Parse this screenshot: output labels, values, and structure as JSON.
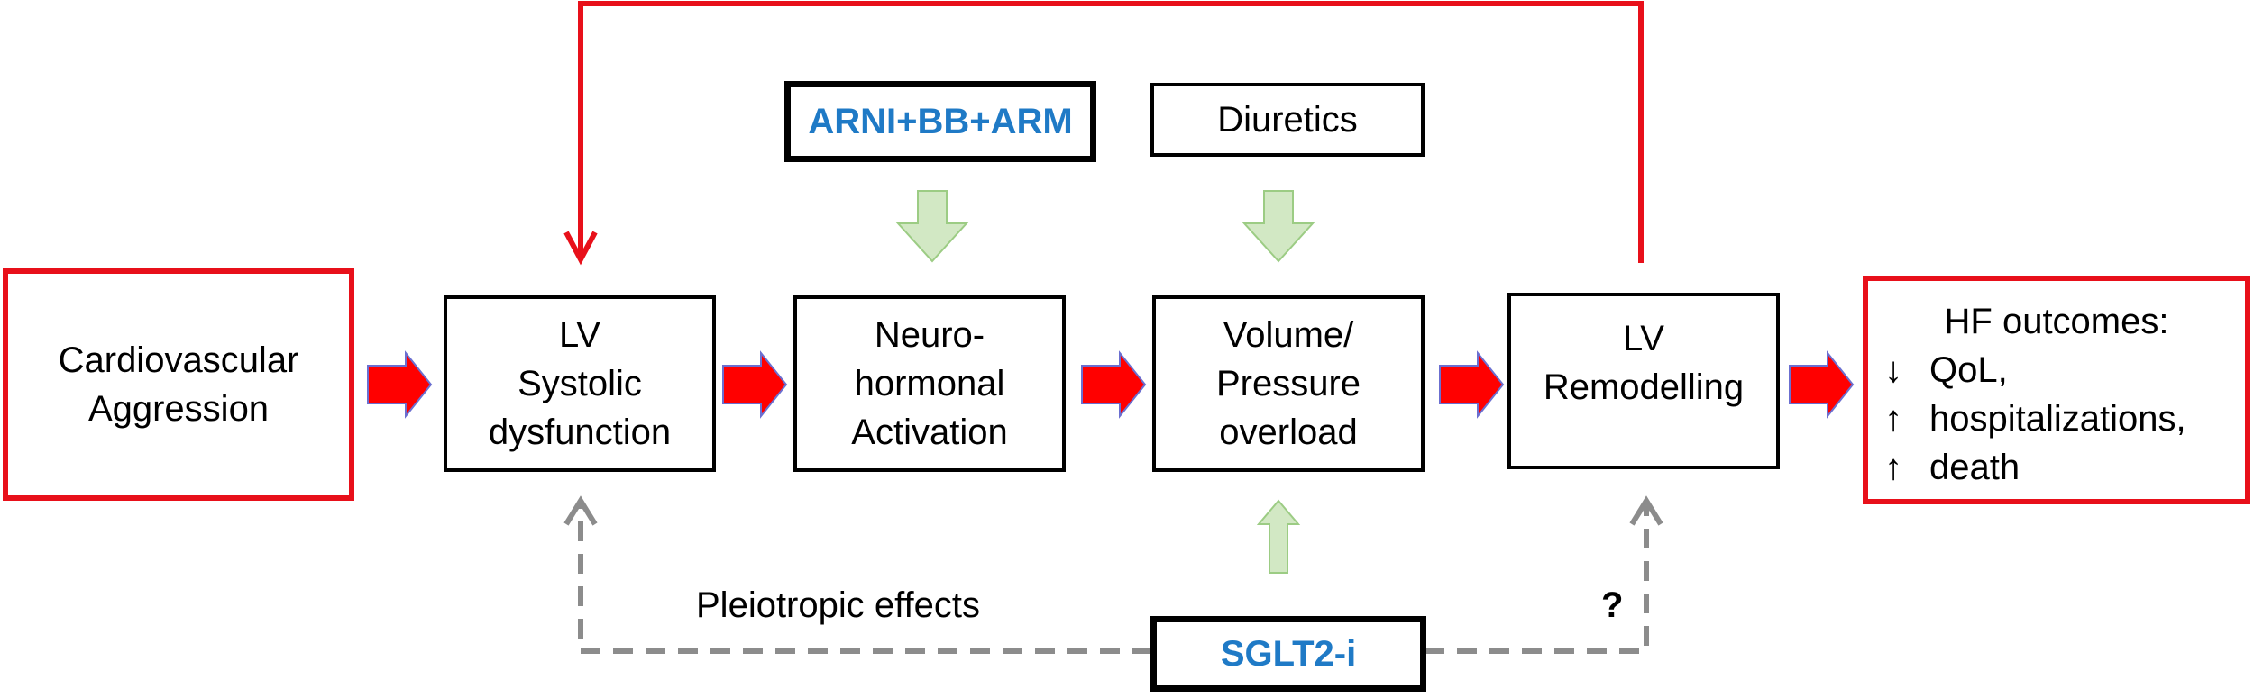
{
  "nodes": {
    "cardiovascular_aggression": {
      "lines": [
        "Cardiovascular",
        "Aggression"
      ]
    },
    "lv_systolic_dysfunction": {
      "lines": [
        "LV",
        "Systolic",
        "dysfunction"
      ]
    },
    "neurohormonal_activation": {
      "lines": [
        "Neuro-",
        "hormonal",
        "Activation"
      ]
    },
    "volume_pressure_overload": {
      "lines": [
        "Volume/",
        "Pressure",
        "overload"
      ]
    },
    "lv_remodelling": {
      "lines": [
        "LV",
        "Remodelling"
      ]
    },
    "hf_outcomes": {
      "title": "HF outcomes:",
      "items": [
        {
          "arrow": "↓",
          "text": "QoL,"
        },
        {
          "arrow": "↑",
          "text": "hospitalizations,"
        },
        {
          "arrow": "↑",
          "text": "death"
        }
      ]
    }
  },
  "therapies": {
    "arni_bb_arm": "ARNI+BB+ARM",
    "diuretics": "Diuretics",
    "sglt2i": "SGLT2-i"
  },
  "labels": {
    "pleiotropic_effects": "Pleiotropic effects",
    "question_mark": "?"
  },
  "colors": {
    "red": "#e8101a",
    "green_fill": "#d2e8c4",
    "green_stroke": "#9ccc84",
    "gray_dashed": "#8c8c8c",
    "drug_blue": "#1f7ac6"
  }
}
